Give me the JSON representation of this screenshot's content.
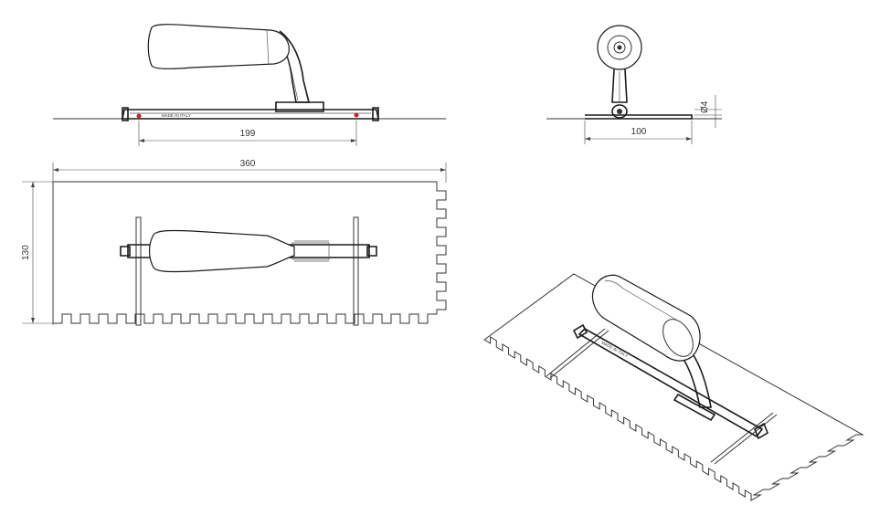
{
  "dimensions": {
    "rod_spacing": "199",
    "blade_width": "100",
    "rod_diameter": "Ø4",
    "blade_length": "360",
    "blade_height": "130"
  },
  "engraving": "MADE IN ITALY",
  "colors": {
    "line": "#333333",
    "marker": "#cc2222"
  }
}
